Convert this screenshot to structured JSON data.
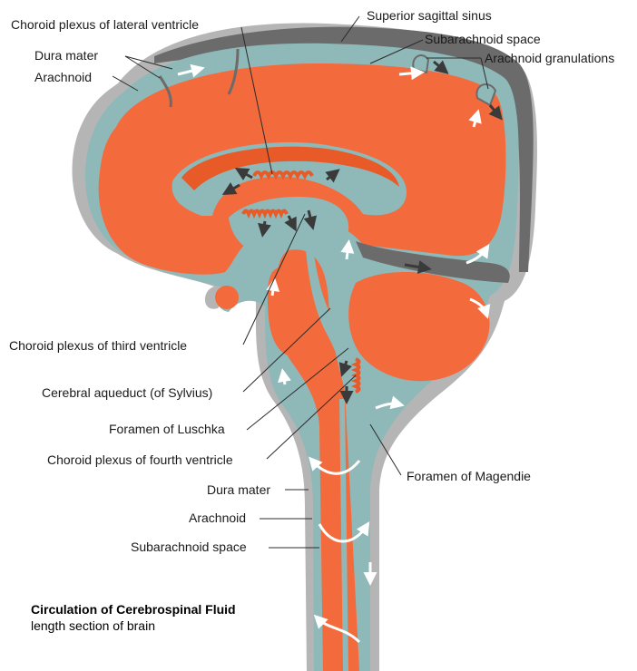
{
  "labels": {
    "choroid_lateral": "Choroid plexus of lateral ventricle",
    "sagittal_sinus": "Superior sagittal sinus",
    "subarachnoid_top": "Subarachnoid space",
    "arachnoid_granulations": "Arachnoid granulations",
    "dura_top": "Dura mater",
    "arachnoid_top": "Arachnoid",
    "choroid_third": "Choroid plexus of third ventricle",
    "aqueduct": "Cerebral aqueduct (of Sylvius)",
    "luschka": "Foramen of Luschka",
    "choroid_fourth": "Choroid plexus of fourth ventricle",
    "magendie": "Foramen of Magendie",
    "dura_bottom": "Dura mater",
    "arachnoid_bottom": "Arachnoid",
    "subarachnoid_bottom": "Subarachnoid space"
  },
  "caption": {
    "title": "Circulation of Cerebrospinal Fluid",
    "subtitle": "length section of brain"
  },
  "colors": {
    "dura": "#a9a9a9",
    "sinus": "#6b6b6b",
    "csf": "#8fb8b8",
    "brain": "#f36a3c",
    "brain_dark": "#e85a28",
    "ventricle": "#8fb8b8",
    "arrow_dark": "#3a3a3a",
    "arrow_light": "#ffffff"
  }
}
